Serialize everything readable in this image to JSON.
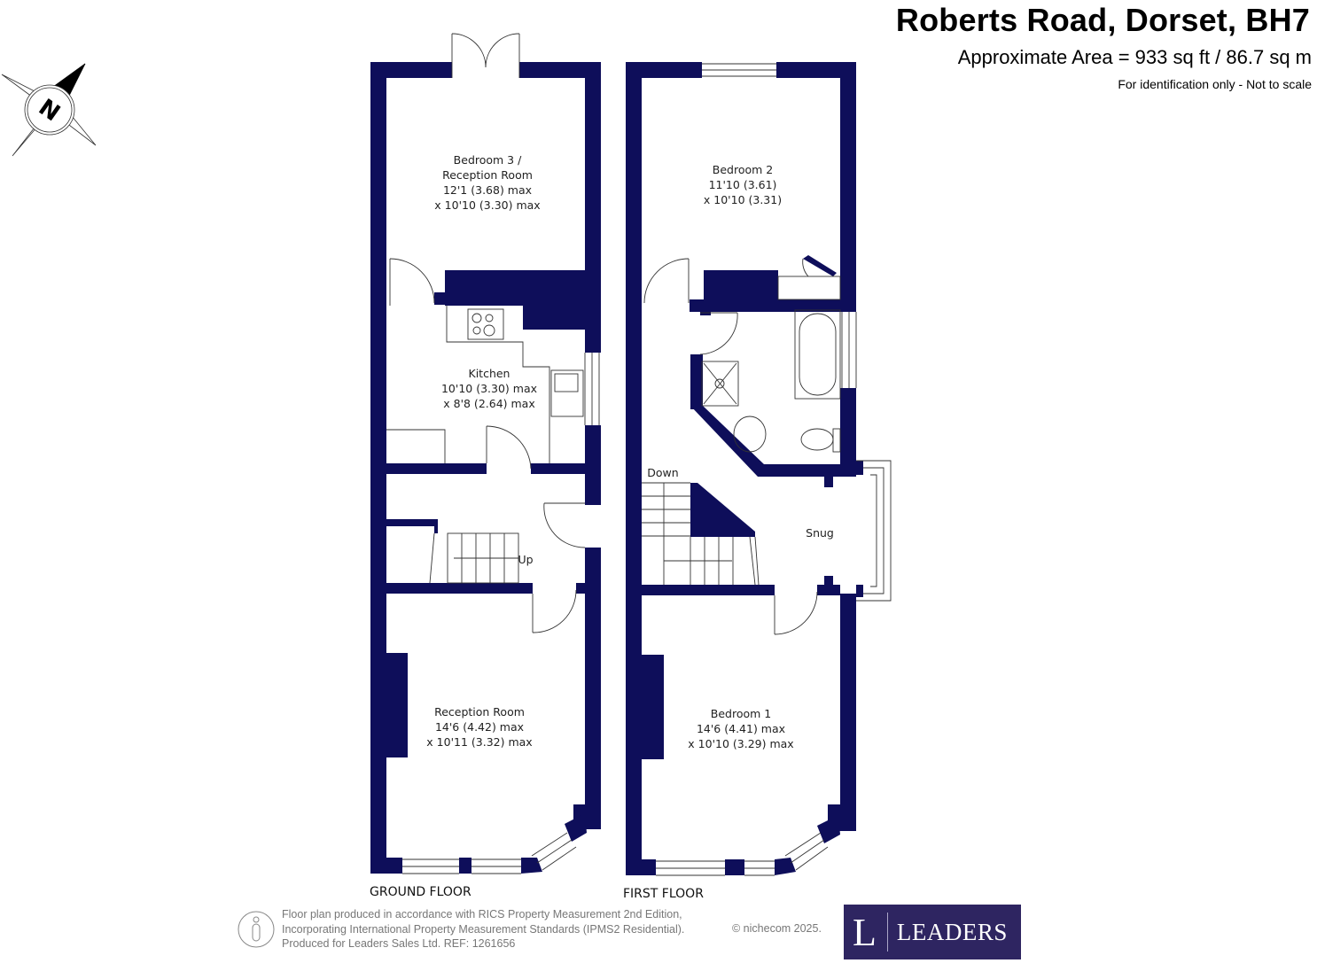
{
  "header": {
    "title": "Roberts Road, Dorset, BH7",
    "area": "Approximate Area = 933 sq ft / 86.7 sq m",
    "disclaimer": "For identification only - Not to scale"
  },
  "compass": {
    "icon": "compass-north-icon",
    "label": "N"
  },
  "colors": {
    "wall": "#0e0e5a",
    "logo_bg": "#2e2561",
    "footer_text": "#777777"
  },
  "ground_floor": {
    "label": "GROUND FLOOR",
    "rooms": [
      {
        "name": "Bedroom 3 /",
        "name2": "Reception Room",
        "dim1": "12'1 (3.68) max",
        "dim2": "x 10'10 (3.30) max"
      },
      {
        "name": "Kitchen",
        "dim1": "10'10 (3.30) max",
        "dim2": "x 8'8 (2.64) max"
      },
      {
        "name": "Reception Room",
        "dim1": "14'6 (4.42) max",
        "dim2": "x 10'11 (3.32) max"
      }
    ],
    "stairs_label": "Up"
  },
  "first_floor": {
    "label": "FIRST FLOOR",
    "rooms": [
      {
        "name": "Bedroom 2",
        "dim1": "11'10 (3.61)",
        "dim2": "x 10'10 (3.31)"
      },
      {
        "name": "Snug"
      },
      {
        "name": "Bedroom 1",
        "dim1": "14'6 (4.41) max",
        "dim2": "x 10'10 (3.29) max"
      }
    ],
    "stairs_label": "Down"
  },
  "footer": {
    "line1": "Floor plan produced in accordance with RICS Property Measurement 2nd Edition,",
    "line2": "Incorporating International Property Measurement Standards (IPMS2 Residential).",
    "line3": "Produced for Leaders Sales Ltd.   REF:  1261656",
    "copyright": "© nichecom 2025."
  },
  "logo": {
    "letter": "L",
    "text": "LEADERS"
  }
}
